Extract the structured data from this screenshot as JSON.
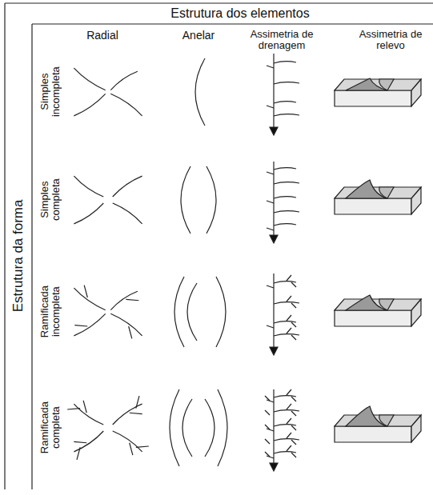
{
  "diagram": {
    "labels": [
      "Estrutura dos elementos",
      "Radial",
      "Anelar",
      "Assimetria de drenagem",
      "Assimetria de relevo",
      "Estrutura da forma",
      "Simples incompleta",
      "Simples completa",
      "Ramificada incompleta",
      "Ramificada completa"
    ]
  }
}
